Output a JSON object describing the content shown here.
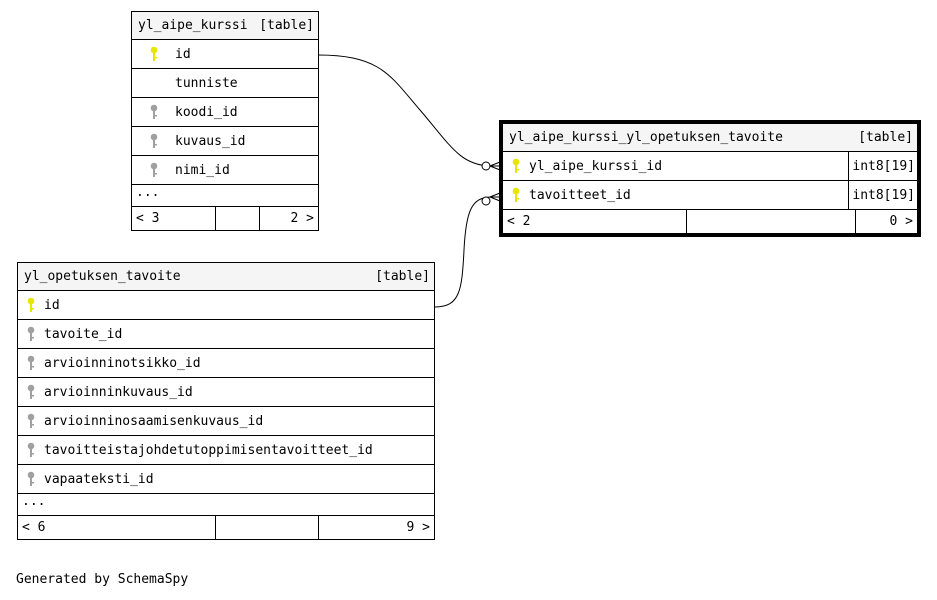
{
  "tables": {
    "kurssi": {
      "name": "yl_aipe_kurssi",
      "tag": "[table]",
      "columns": [
        {
          "name": "id",
          "key": "primary"
        },
        {
          "name": "tunniste",
          "key": "none"
        },
        {
          "name": "koodi_id",
          "key": "foreign"
        },
        {
          "name": "kuvaus_id",
          "key": "foreign"
        },
        {
          "name": "nimi_id",
          "key": "foreign"
        }
      ],
      "more": "...",
      "parents": "< 3",
      "children": "2 >"
    },
    "link": {
      "name": "yl_aipe_kurssi_yl_opetuksen_tavoite",
      "tag": "[table]",
      "columns": [
        {
          "name": "yl_aipe_kurssi_id",
          "key": "primary",
          "type": "int8[19]"
        },
        {
          "name": "tavoitteet_id",
          "key": "primary",
          "type": "int8[19]"
        }
      ],
      "parents": "< 2",
      "children": "0 >"
    },
    "tavoite": {
      "name": "yl_opetuksen_tavoite",
      "tag": "[table]",
      "columns": [
        {
          "name": "id",
          "key": "primary"
        },
        {
          "name": "tavoite_id",
          "key": "foreign"
        },
        {
          "name": "arvioinninotsikko_id",
          "key": "foreign"
        },
        {
          "name": "arvioinninkuvaus_id",
          "key": "foreign"
        },
        {
          "name": "arvioinninosaamisenkuvaus_id",
          "key": "foreign"
        },
        {
          "name": "tavoitteistajohdetutoppimisentavoitteet_id",
          "key": "foreign"
        },
        {
          "name": "vapaateksti_id",
          "key": "foreign"
        }
      ],
      "more": "...",
      "parents": "< 6",
      "children": "9 >"
    }
  },
  "footer_note": "Generated by SchemaSpy",
  "colors": {
    "primary_key": "#e6e600",
    "foreign_key": "#a0a0a0",
    "header_bg": "#f5f5f5"
  },
  "icons": {
    "primary": "primary-key-icon",
    "foreign": "foreign-key-icon"
  }
}
